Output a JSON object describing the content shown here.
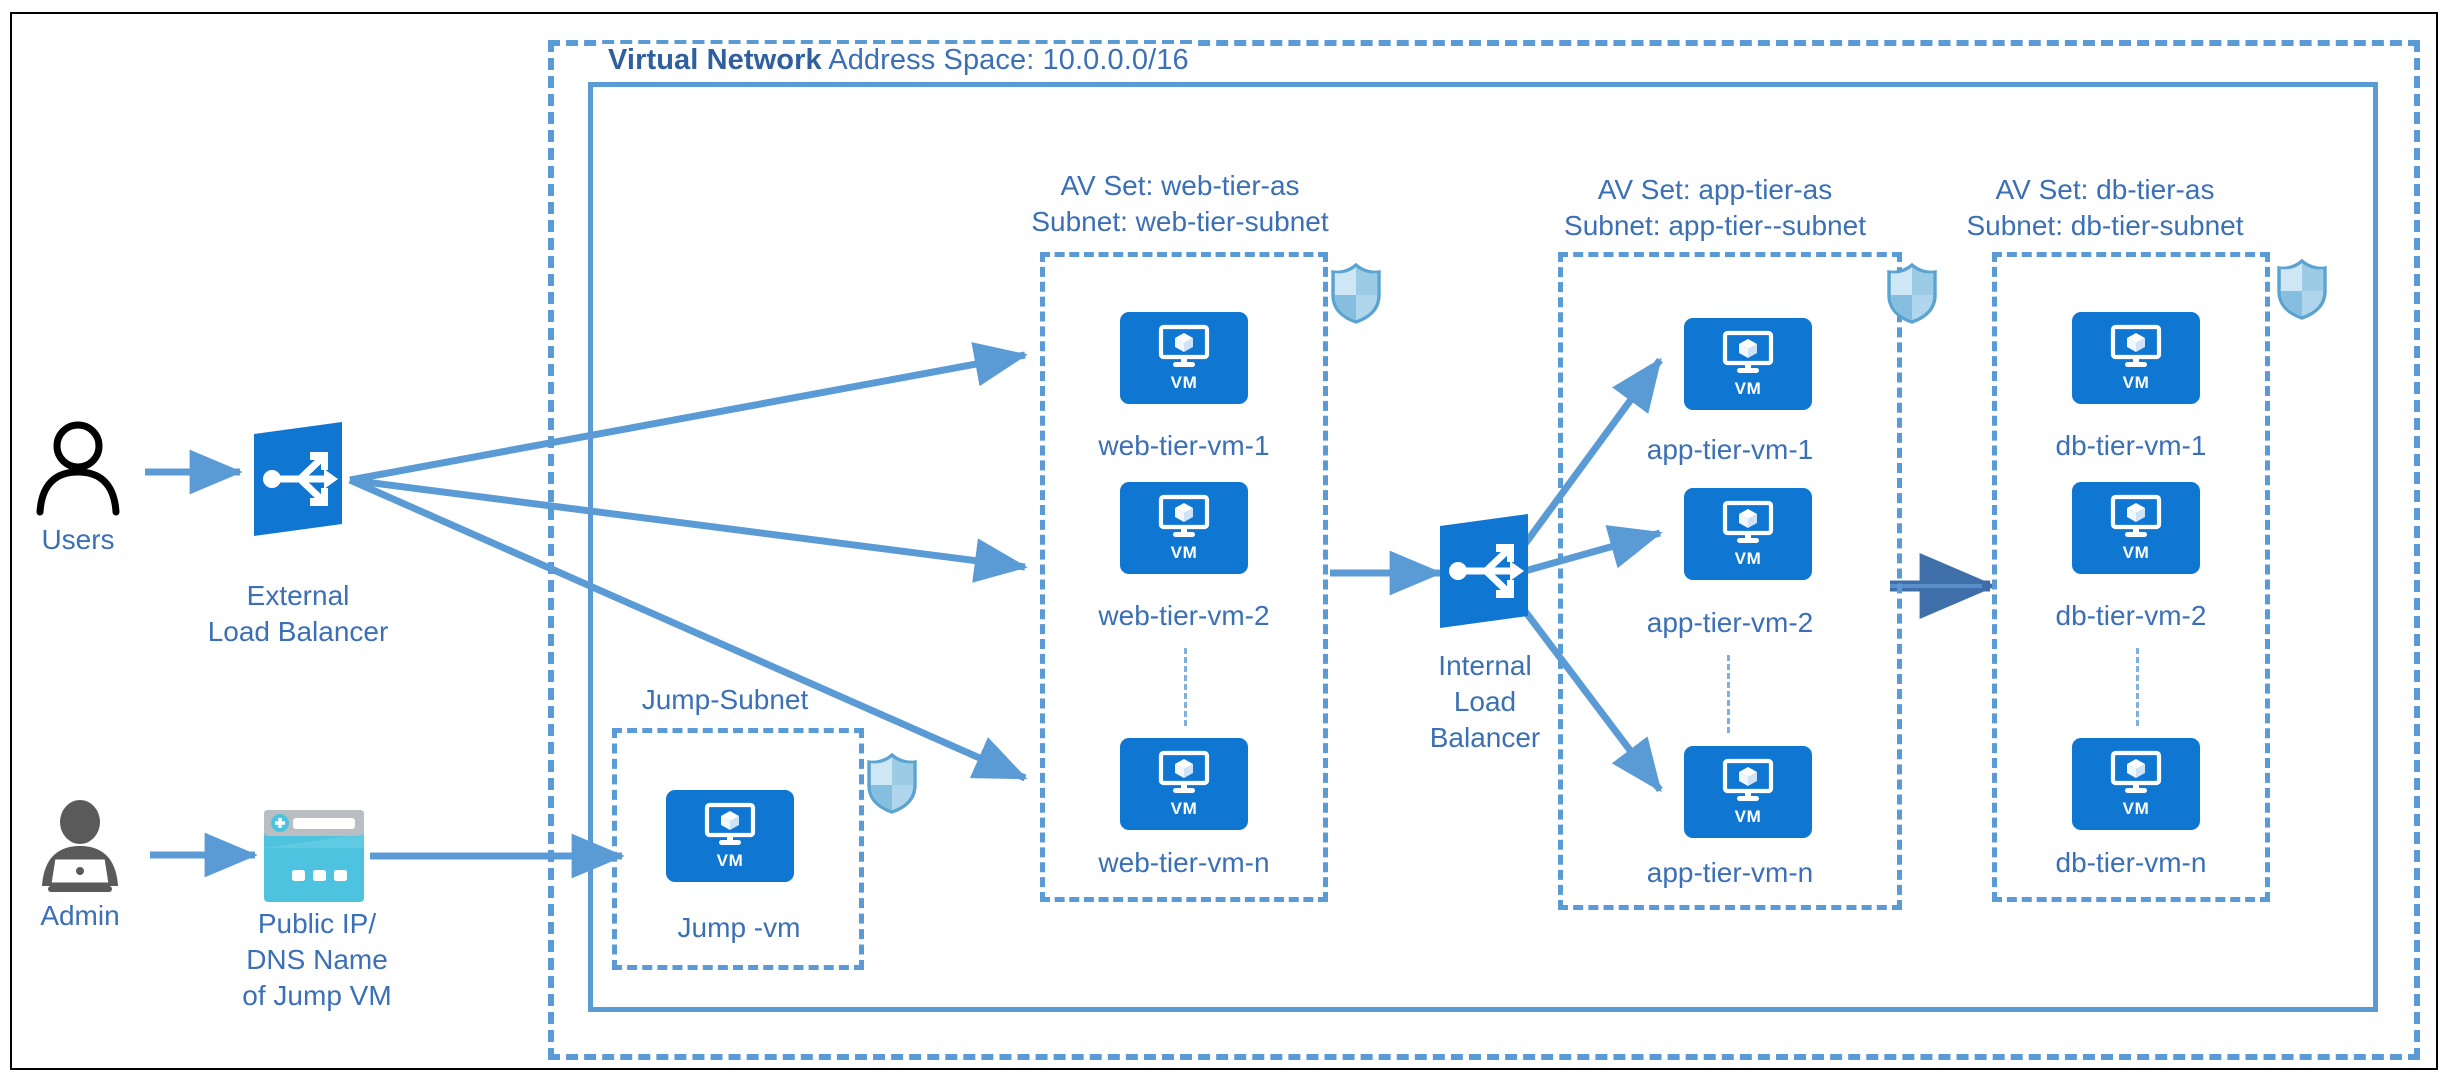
{
  "diagram": {
    "title_bold": "Virtual Network",
    "title_rest": "Address Space: 10.0.0.0/16",
    "colors": {
      "azure_blue": "#0F76D2",
      "accent_blue": "#5B9BD5",
      "label_blue": "#3B6FB6",
      "dark_arrow": "#3F6FA8",
      "admin_gray": "#5A5A5A",
      "public_ip_cyan": "#4EC3E0",
      "frame_black": "#000000",
      "canvas_white": "#FFFFFF"
    }
  },
  "actors": {
    "users": {
      "label": "Users",
      "icon": "user-icon"
    },
    "admin": {
      "label": "Admin",
      "icon": "admin-laptop-icon"
    }
  },
  "nodes": {
    "external_lb": {
      "label_line1": "External",
      "label_line2": "Load Balancer",
      "icon": "load-balancer-icon"
    },
    "internal_lb": {
      "label_line1": "Internal",
      "label_line2": "Load",
      "label_line3": "Balancer",
      "icon": "load-balancer-icon"
    },
    "public_ip": {
      "label_line1": "Public IP/",
      "label_line2": "DNS Name",
      "label_line3": "of Jump VM",
      "icon": "public-ip-dns-icon"
    }
  },
  "jump_subnet": {
    "title": "Jump-Subnet",
    "vm_label": "Jump -vm",
    "vm_badge": "VM",
    "nsg_icon": "shield-icon"
  },
  "tiers": [
    {
      "id": "web",
      "av_set": "AV Set: web-tier-as",
      "subnet": "Subnet: web-tier-subnet",
      "nsg_icon": "shield-icon",
      "vm_badge": "VM",
      "vms": [
        "web-tier-vm-1",
        "web-tier-vm-2",
        "web-tier-vm-n"
      ]
    },
    {
      "id": "app",
      "av_set": "AV Set: app-tier-as",
      "subnet": "Subnet: app-tier--subnet",
      "nsg_icon": "shield-icon",
      "vm_badge": "VM",
      "vms": [
        "app-tier-vm-1",
        "app-tier-vm-2",
        "app-tier-vm-n"
      ]
    },
    {
      "id": "db",
      "av_set": "AV Set: db-tier-as",
      "subnet": "Subnet: db-tier-subnet",
      "nsg_icon": "shield-icon",
      "vm_badge": "VM",
      "vms": [
        "db-tier-vm-1",
        "db-tier-vm-2",
        "db-tier-vm-n"
      ]
    }
  ]
}
